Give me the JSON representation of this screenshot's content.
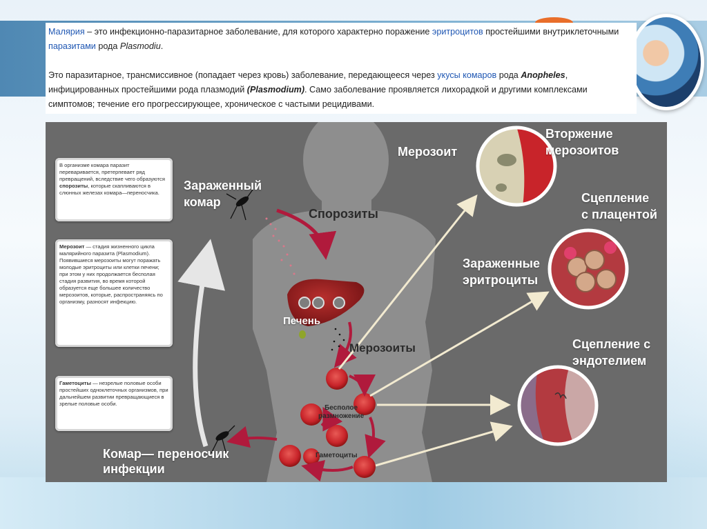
{
  "intro": {
    "p1": {
      "term": "Малярия",
      "t1": " – это инфекционно-паразитарное заболевание, для которого характерно поражение ",
      "link1": "эритроцитов",
      "t2": " простейшими внутриклеточными ",
      "link2": "паразитами",
      "t3": " рода ",
      "genus": "Plasmodiu",
      "t4": "."
    },
    "p2": {
      "t1": "Это паразитарное, трансмиссивное (попадает через кровь) заболевание, передающееся через ",
      "link1": "укусы комаров",
      "t2": " рода ",
      "genus": "Anopheles",
      "t3": ", инфицированных простейшими рода плазмодий ",
      "latin": "(Plasmodium)",
      "t4": ". Само заболевание проявляется лихорадкой и другими комплексами симптомов; течение его прогрессирующее, хроническое с частыми рецидивами."
    }
  },
  "diagram": {
    "labels": {
      "infected_mosquito_1": "Зараженный",
      "infected_mosquito_2": "комар",
      "sporozoites": "Спорозиты",
      "liver": "Печень",
      "merozoites": "Мерозоиты",
      "merozoite": "Мерозоит",
      "asexual_1": "Бесполое",
      "asexual_2": "размножение",
      "gametocytes": "Гаметоциты",
      "vector_1": "Комар— переносчик",
      "vector_2": "инфекции",
      "invasion_1": "Вторжение",
      "invasion_2": "мерозоитов",
      "placenta_1": "Сцепление",
      "placenta_2": "с плацентой",
      "infected_rbc_1": "Зараженные",
      "infected_rbc_2": "эритроциты",
      "endothelium_1": "Сцепление с",
      "endothelium_2": "эндотелием"
    },
    "notes": {
      "n1_a": "В организме комара паразит переваривается, претерпевает ряд превращений, вследствие чего образуются ",
      "n1_b": "спорозиты",
      "n1_c": ", которые скапливаются в слюнных железах комара—переносчика.",
      "n2_a": "Мерозоит",
      "n2_b": " — стадия жизненного цикла малярийного паразита (Plasmodium). Появившиеся мерозоиты могут поражать молодые эритроциты или клетки печени; при этом у них продолжается бесполая стадия развития, во время которой образуется еще большее количество мерозоитов, которые, распространяясь по организму, разносят инфекцию.",
      "n3_a": "Гаметоциты",
      "n3_b": " — незрелые половые особи простейших одноклеточных организмов, при дальнейшем развитии превращающиеся в зрелые половые особи."
    }
  },
  "colors": {
    "diagram_bg": "#6a6a6a",
    "silhouette": "#8e8e8e",
    "rbc": "#c8242a",
    "liver": "#8f1a1c",
    "arrow": "#b01a3c",
    "link": "#1f57b3"
  }
}
